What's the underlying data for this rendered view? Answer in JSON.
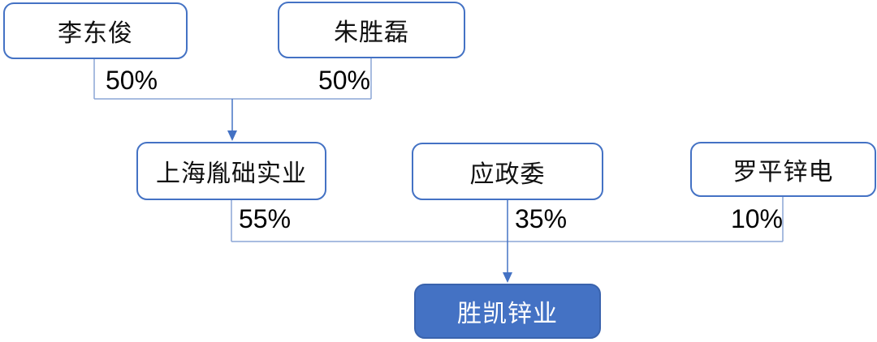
{
  "diagram": {
    "type": "equity-ownership-structure",
    "nodes": {
      "liDongjun": {
        "label": "李东俊"
      },
      "zhuShenglei": {
        "label": "朱胜磊"
      },
      "shanghaiYinchu": {
        "label": "上海胤础实业"
      },
      "yingZhengwei": {
        "label": "应政委"
      },
      "luopingXindian": {
        "label": "罗平锌电"
      },
      "shengkaiXinye": {
        "label": "胜凯锌业"
      }
    },
    "edges": {
      "liToYinchu": {
        "from": "liDongjun",
        "to": "shanghaiYinchu",
        "percent": "50%"
      },
      "zhuToYinchu": {
        "from": "zhuShenglei",
        "to": "shanghaiYinchu",
        "percent": "50%"
      },
      "yinchuToShengkai": {
        "from": "shanghaiYinchu",
        "to": "shengkaiXinye",
        "percent": "55%"
      },
      "yingToShengkai": {
        "from": "yingZhengwei",
        "to": "shengkaiXinye",
        "percent": "35%"
      },
      "luopingToShengkai": {
        "from": "luopingXindian",
        "to": "shengkaiXinye",
        "percent": "10%"
      }
    },
    "colors": {
      "box_border": "#4472C4",
      "box_fill": "#FFFFFF",
      "highlight_fill": "#4472C4",
      "highlight_text": "#FFFFFF",
      "connector_line": "#8CA5D6",
      "arrow": "#4472C4",
      "text": "#000000"
    }
  }
}
